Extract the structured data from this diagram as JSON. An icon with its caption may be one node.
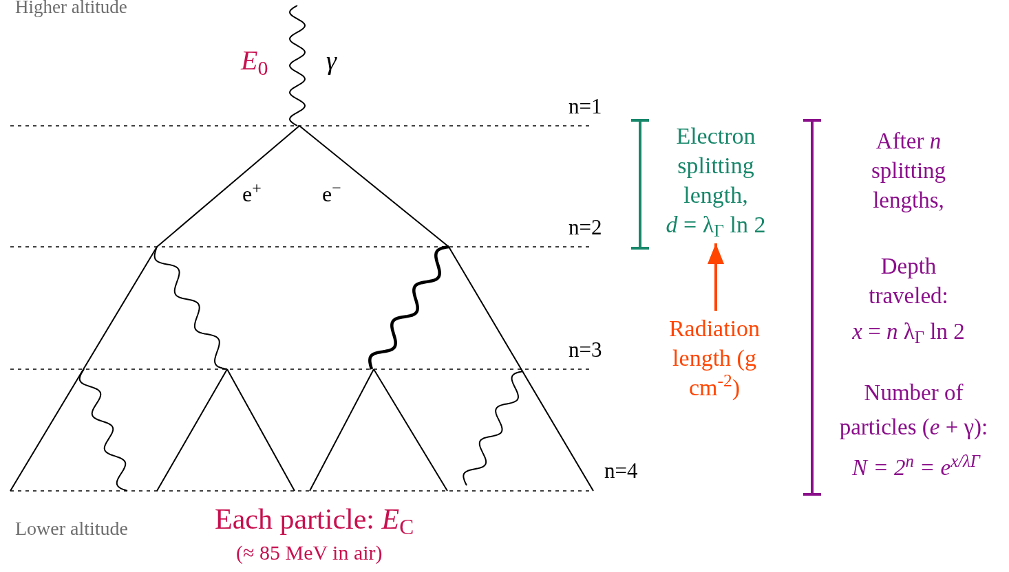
{
  "diagram": {
    "nodes": [
      {
        "text": [
          "Electron splitting length,",
          "*d* = λ$_{Γ}$ ln 2"
        ]
      },
      {
        "text": [
          "Radiation length (g cm$^{-2}$)"
        ]
      }
    ],
    "edges": [
      {
        "from": 1,
        "to": 0,
        "arrow": "to",
        "color": "#ff4500"
      }
    ],
    "labels": [
      "Higher altitude",
      "*E*$_{0}$",
      "γ",
      "n=1",
      "e$^{+}$",
      "e$^{−}$",
      "n=2",
      "After *n* splitting lengths,",
      "n=3",
      "Depth traveled:",
      "*x* = *n* λ$_{Γ}$ ln 2",
      "Number of particles (*e* + γ):",
      "n=4",
      "*N* = 2$^{n}$ = *e*$^{x/λΓ}$",
      "Lower altitude",
      "Each particle: *E*$_{C}$",
      "(≈ 85 MeV in air)"
    ]
  }
}
